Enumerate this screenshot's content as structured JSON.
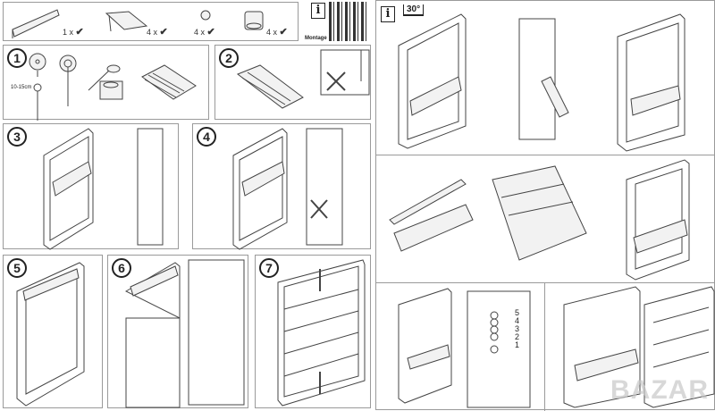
{
  "parts": [
    {
      "name": "rail",
      "qty": "1 x",
      "check": "✔"
    },
    {
      "name": "bracket",
      "qty": "4 x",
      "check": "✔"
    },
    {
      "name": "clip",
      "qty": "4 x",
      "check": "✔"
    },
    {
      "name": "holder",
      "qty": "4 x",
      "check": "✔"
    }
  ],
  "info_icon": "i",
  "montage_label": "Montage",
  "wash_label": "30°",
  "steps": [
    "1",
    "2",
    "3",
    "4",
    "5",
    "6",
    "7"
  ],
  "step1": {
    "measure": "10-15cm"
  },
  "cord_positions": [
    "5",
    "4",
    "3",
    "2",
    "1"
  ],
  "watermark": "BAZAR"
}
